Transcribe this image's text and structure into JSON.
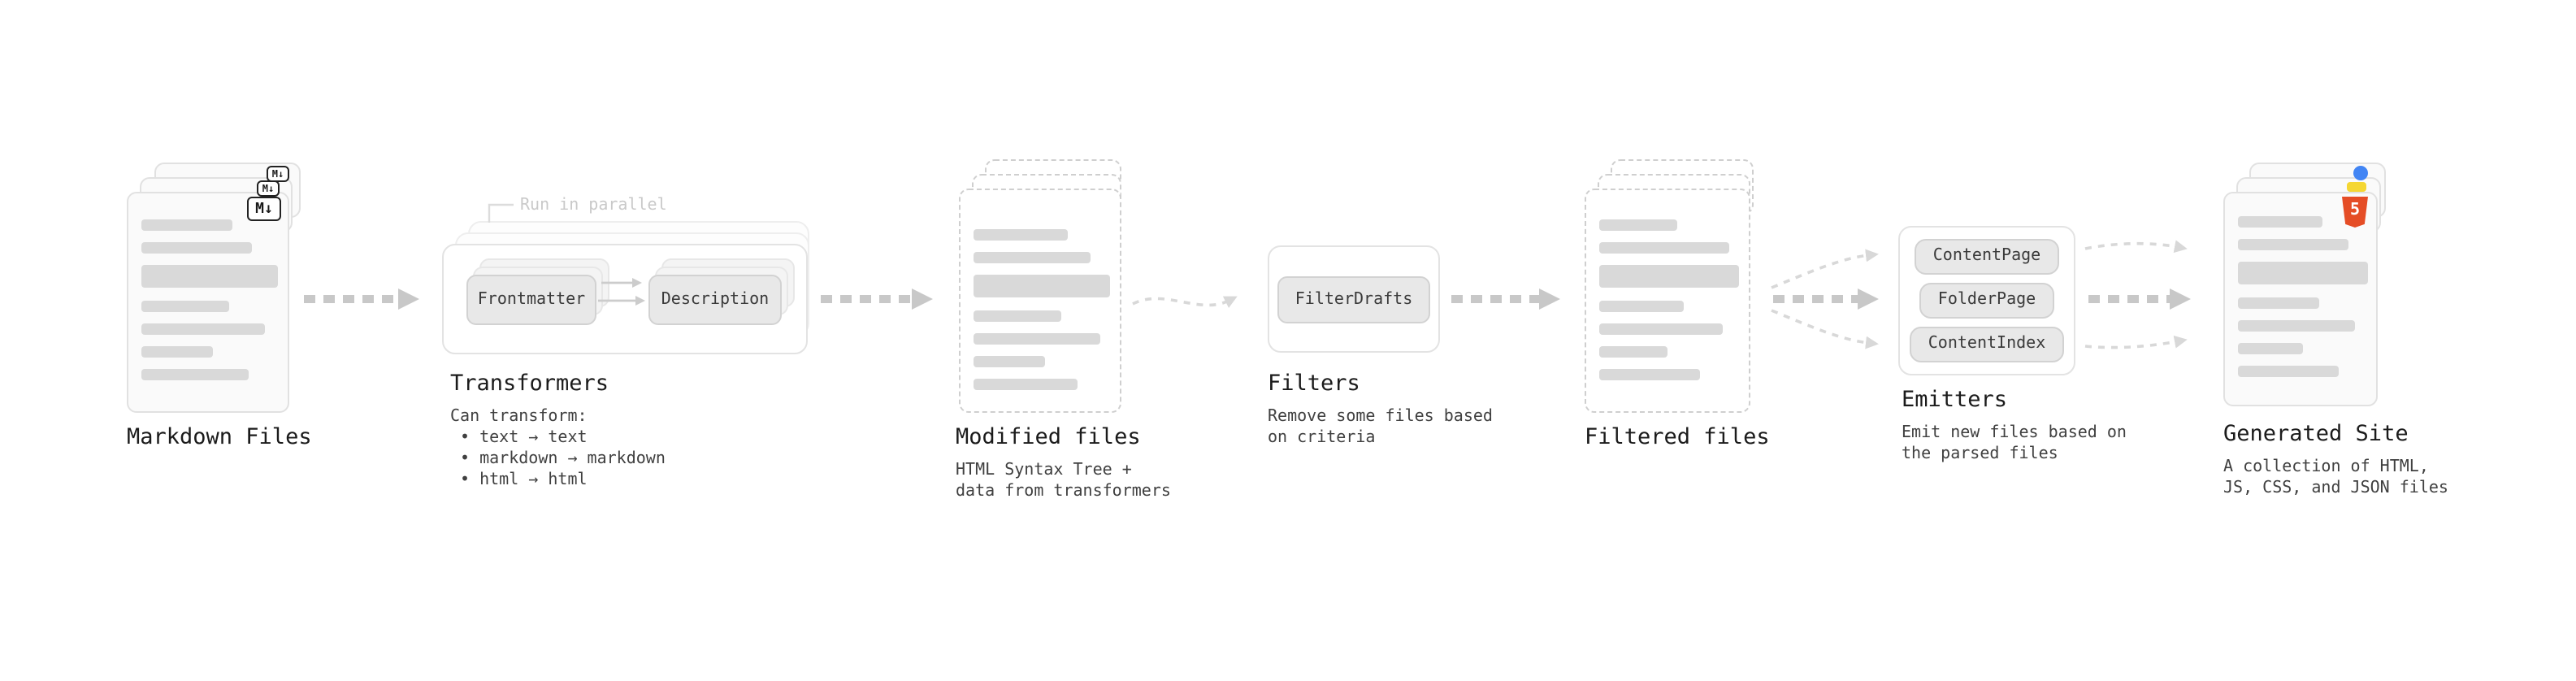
{
  "stages": {
    "markdown_files": {
      "title": "Markdown Files"
    },
    "transformers": {
      "title": "Transformers",
      "parallel_note": "Run in parallel",
      "box_frontmatter": "Frontmatter",
      "box_description": "Description",
      "caption_heading": "Can transform:",
      "bullet_1": "• text → text",
      "bullet_2": "• markdown → markdown",
      "bullet_3": "• html → html"
    },
    "modified_files": {
      "title": "Modified files",
      "caption_line_1": "HTML Syntax Tree +",
      "caption_line_2": "data from transformers"
    },
    "filters": {
      "title": "Filters",
      "box_filterdrafts": "FilterDrafts",
      "caption_line_1": "Remove some files based",
      "caption_line_2": "on criteria"
    },
    "filtered_files": {
      "title": "Filtered files"
    },
    "emitters": {
      "title": "Emitters",
      "box_contentpage": "ContentPage",
      "box_folderpage": "FolderPage",
      "box_contentindex": "ContentIndex",
      "caption_line_1": "Emit new files based on",
      "caption_line_2": "the parsed files"
    },
    "generated_site": {
      "title": "Generated Site",
      "caption_line_1": "A collection of HTML,",
      "caption_line_2": "JS, CSS, and JSON files"
    }
  },
  "icons": {
    "markdown_badge": "M↓",
    "html5_badge": "5"
  },
  "colors": {
    "arrow_heavy": "#c8c8c8",
    "arrow_light": "#d8d8d8",
    "html5_orange": "#e54d26",
    "css_blue": "#4285f4",
    "js_yellow": "#f5d733",
    "placeholder_gray": "#d9d9d9"
  }
}
